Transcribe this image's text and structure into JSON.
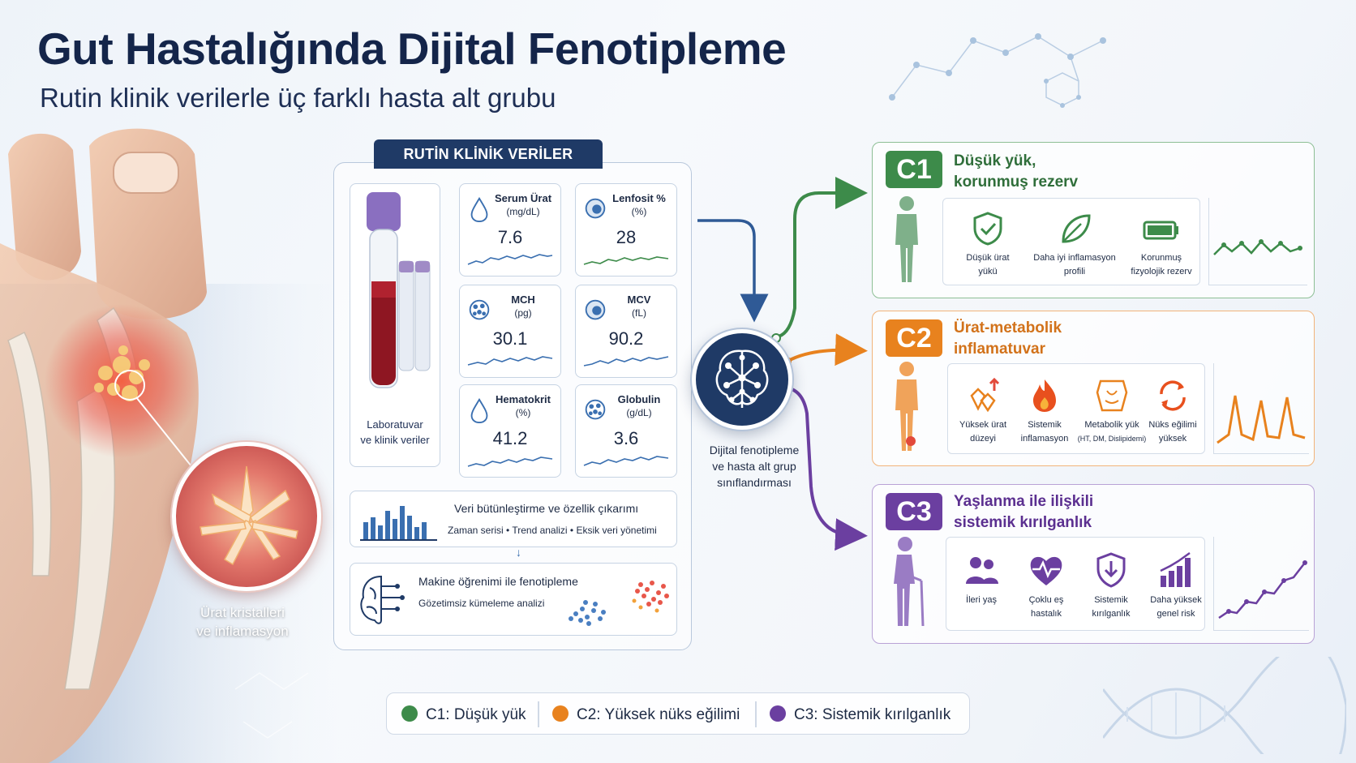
{
  "title": "Gut Hastalığında Dijital Fenotipleme",
  "subtitle": "Rutin klinik verilerle üç farklı hasta alt grubu",
  "illustration": {
    "crystal_label_line1": "Ürat kristalleri",
    "crystal_label_line2": "ve inflamasyon"
  },
  "routine": {
    "header": "RUTİN KLİNİK VERİLER",
    "lab_label_line1": "Laboratuvar",
    "lab_label_line2": "ve klinik veriler",
    "metrics": [
      {
        "name": "Serum Ürat",
        "unit": "(mg/dL)",
        "value": "7.6",
        "icon": "drop-icon",
        "color": "#3a6fb0"
      },
      {
        "name": "Lenfosit %",
        "unit": "(%)",
        "value": "28",
        "icon": "cell-icon",
        "color": "#3d8b4a"
      },
      {
        "name": "MCH",
        "unit": "(pg)",
        "value": "30.1",
        "icon": "cells-cluster-icon",
        "color": "#3a6fb0"
      },
      {
        "name": "MCV",
        "unit": "(fL)",
        "value": "90.2",
        "icon": "cell-icon",
        "color": "#3a6fb0"
      },
      {
        "name": "Hematokrit",
        "unit": "(%)",
        "value": "41.2",
        "icon": "drop-icon",
        "color": "#3a6fb0"
      },
      {
        "name": "Globulin",
        "unit": "(g/dL)",
        "value": "3.6",
        "icon": "cells-cluster-icon",
        "color": "#3a6fb0"
      }
    ],
    "integration_title": "Veri bütünleştirme ve özellik çıkarımı",
    "integration_sub": "Zaman serisi • Trend analizi • Eksik veri yönetimi",
    "ml_title": "Makine öğrenimi ile fenotipleme",
    "ml_sub": "Gözetimsiz kümeleme analizi"
  },
  "hub": {
    "label_line1": "Dijital fenotipleme",
    "label_line2": "ve hasta alt grup",
    "label_line3": "sınıflandırması"
  },
  "clusters": [
    {
      "badge": "C1",
      "title_line1": "Düşük yük,",
      "title_line2": "korunmuş rezerv",
      "color": "#3d8b4a",
      "features": [
        {
          "line1": "Düşük ürat",
          "line2": "yükü",
          "icon": "shield-check-icon"
        },
        {
          "line1": "Daha iyi inflamasyon",
          "line2": "profili",
          "icon": "leaf-icon"
        },
        {
          "line1": "Korunmuş",
          "line2": "fizyolojik rezerv",
          "icon": "battery-icon"
        }
      ]
    },
    {
      "badge": "C2",
      "title_line1": "Ürat-metabolik",
      "title_line2": "inflamatuvar",
      "color": "#e8821e",
      "features": [
        {
          "line1": "Yüksek ürat",
          "line2": "düzeyi",
          "icon": "crystal-up-icon"
        },
        {
          "line1": "Sistemik",
          "line2": "inflamasyon",
          "icon": "flame-icon"
        },
        {
          "line1": "Metabolik yük",
          "line2": "(HT, DM, Dislipidemi)",
          "icon": "torso-icon"
        },
        {
          "line1": "Nüks eğilimi",
          "line2": "yüksek",
          "icon": "cycle-icon"
        }
      ]
    },
    {
      "badge": "C3",
      "title_line1": "Yaşlanma ile ilişkili",
      "title_line2": "sistemik kırılganlık",
      "color": "#6b3fa0",
      "features": [
        {
          "line1": "İleri yaş",
          "line2": "",
          "icon": "people-icon"
        },
        {
          "line1": "Çoklu eş",
          "line2": "hastalık",
          "icon": "heart-pulse-icon"
        },
        {
          "line1": "Sistemik",
          "line2": "kırılganlık",
          "icon": "shield-down-icon"
        },
        {
          "line1": "Daha yüksek",
          "line2": "genel risk",
          "icon": "bar-chart-icon"
        }
      ]
    }
  ],
  "legend": [
    {
      "code": "C1:",
      "label": "Düşük yük",
      "color": "#3d8b4a"
    },
    {
      "code": "C2:",
      "label": "Yüksek nüks eğilimi",
      "color": "#e8821e"
    },
    {
      "code": "C3:",
      "label": "Sistemik kırılganlık",
      "color": "#6b3fa0"
    }
  ]
}
